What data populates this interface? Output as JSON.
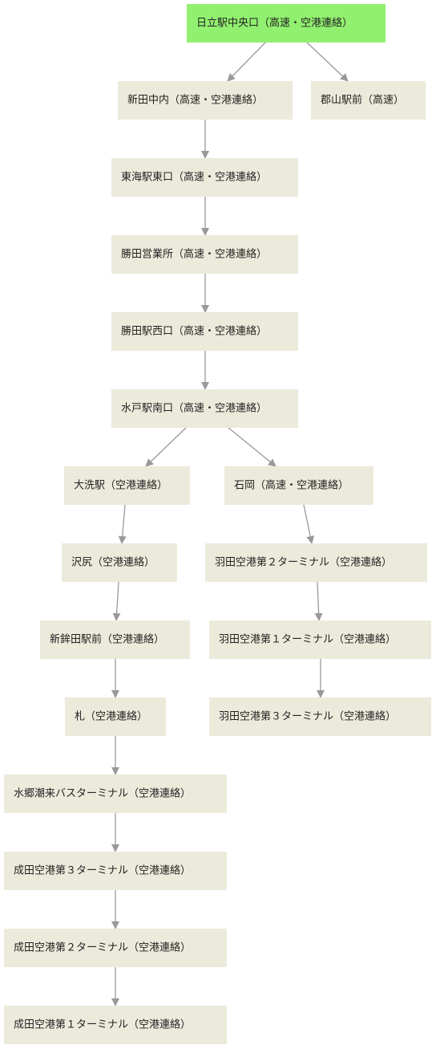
{
  "colors": {
    "root_fill": "#92f070",
    "node_fill": "#eceadb",
    "edge": "#999999",
    "text": "#222222"
  },
  "nodes": [
    {
      "id": "n0",
      "label": "日立駅中央口（高速・空港連絡）",
      "root": true
    },
    {
      "id": "n1",
      "label": "新田中内（高速・空港連絡）"
    },
    {
      "id": "n2",
      "label": "郡山駅前（高速）"
    },
    {
      "id": "n3",
      "label": "東海駅東口（高速・空港連絡）"
    },
    {
      "id": "n4",
      "label": "勝田営業所（高速・空港連絡）"
    },
    {
      "id": "n5",
      "label": "勝田駅西口（高速・空港連絡）"
    },
    {
      "id": "n6",
      "label": "水戸駅南口（高速・空港連絡）"
    },
    {
      "id": "n7",
      "label": "大洗駅（空港連絡）"
    },
    {
      "id": "n8",
      "label": "石岡（高速・空港連絡）"
    },
    {
      "id": "n9",
      "label": "沢尻（空港連絡）"
    },
    {
      "id": "n10",
      "label": "羽田空港第２ターミナル（空港連絡）"
    },
    {
      "id": "n11",
      "label": "新鉾田駅前（空港連絡）"
    },
    {
      "id": "n12",
      "label": "羽田空港第１ターミナル（空港連絡）"
    },
    {
      "id": "n13",
      "label": "札（空港連絡）"
    },
    {
      "id": "n14",
      "label": "羽田空港第３ターミナル（空港連絡）"
    },
    {
      "id": "n15",
      "label": "水郷潮来バスターミナル（空港連絡）"
    },
    {
      "id": "n16",
      "label": "成田空港第３ターミナル（空港連絡）"
    },
    {
      "id": "n17",
      "label": "成田空港第２ターミナル（空港連絡）"
    },
    {
      "id": "n18",
      "label": "成田空港第１ターミナル（空港連絡）"
    }
  ],
  "edges": [
    [
      "n0",
      "n1"
    ],
    [
      "n0",
      "n2"
    ],
    [
      "n1",
      "n3"
    ],
    [
      "n3",
      "n4"
    ],
    [
      "n4",
      "n5"
    ],
    [
      "n5",
      "n6"
    ],
    [
      "n6",
      "n7"
    ],
    [
      "n6",
      "n8"
    ],
    [
      "n7",
      "n9"
    ],
    [
      "n9",
      "n11"
    ],
    [
      "n11",
      "n13"
    ],
    [
      "n13",
      "n15"
    ],
    [
      "n15",
      "n16"
    ],
    [
      "n16",
      "n17"
    ],
    [
      "n17",
      "n18"
    ],
    [
      "n8",
      "n10"
    ],
    [
      "n10",
      "n12"
    ],
    [
      "n12",
      "n14"
    ]
  ]
}
